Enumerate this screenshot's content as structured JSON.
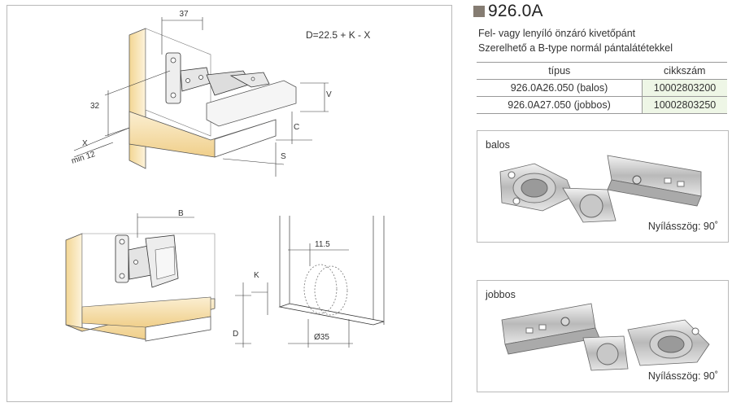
{
  "drawing": {
    "formula": "D=22.5 + K - X",
    "dim_37": "37",
    "dim_32": "32",
    "dim_v": "V",
    "dim_c": "C",
    "dim_s": "S",
    "dim_x": "X",
    "dim_min12": "min 12",
    "dim_b": "B",
    "dim_115": "11.5",
    "dim_k": "K",
    "dim_d": "D",
    "dim_35": "Ø35"
  },
  "product": {
    "code": "926.0A",
    "desc_line1": "Fel- vagy lenyíló önzáró kivetőpánt",
    "desc_line2": "Szerelhető a B-type normál pántalátétekkel"
  },
  "table": {
    "headers": [
      "típus",
      "cikkszám"
    ],
    "rows": [
      {
        "type": "926.0A26.050 (balos)",
        "code": "10002803200"
      },
      {
        "type": "926.0A27.050 (jobbos)",
        "code": "10002803250"
      }
    ]
  },
  "photos": [
    {
      "label": "balos",
      "angle": "Nyílásszög: 90˚"
    },
    {
      "label": "jobbos",
      "angle": "Nyílásszög: 90˚"
    }
  ],
  "colors": {
    "accent": "#857c72",
    "wood": "#f2d79a",
    "code_bg": "#eef6e6"
  }
}
